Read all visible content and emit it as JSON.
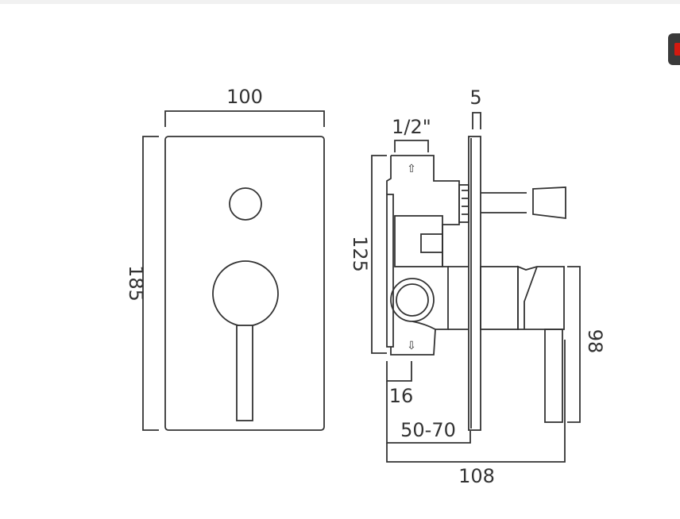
{
  "front_view": {
    "width_label": "100",
    "height_label": "185"
  },
  "side_view": {
    "plate_thickness_label": "5",
    "inlet_label": "1/2\"",
    "body_height_label": "125",
    "depth_min_label": "16",
    "depth_range_label": "50-70",
    "total_depth_label": "108",
    "lever_height_label": "98"
  },
  "colors": {
    "line": "#333333",
    "corner_button": "#3a3a3a",
    "corner_icon": "#d41a10"
  }
}
